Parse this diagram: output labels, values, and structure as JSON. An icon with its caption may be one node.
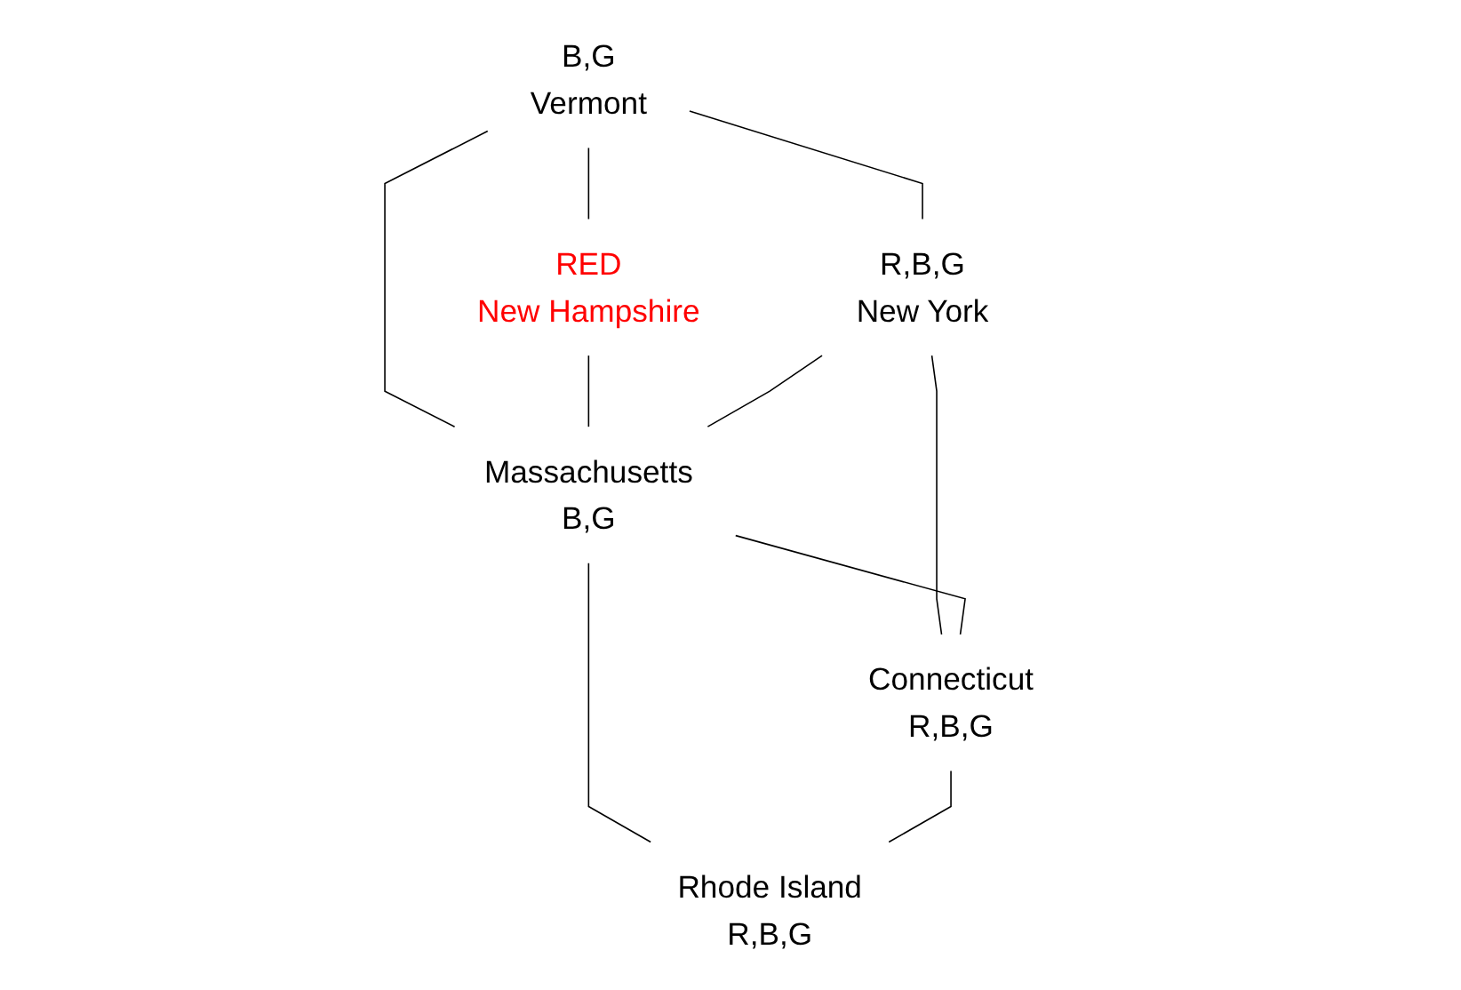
{
  "diagram": {
    "nodes": [
      {
        "text": [
          "Vermont"
        ],
        "beside": [
          "B,G"
        ]
      },
      {
        "text": [
          "New Hampshire"
        ],
        "beside": [
          "RED"
        ]
      },
      {
        "text": [
          "New York"
        ],
        "beside": [
          "R,B,G"
        ]
      },
      {
        "text": [
          "Massachusetts"
        ],
        "beside": [
          "B,G"
        ]
      },
      {
        "text": [
          "Connecticut"
        ],
        "beside": [
          "R,B,G"
        ]
      },
      {
        "text": [
          "Rhode Island"
        ],
        "beside": [
          "R,B,G"
        ]
      }
    ],
    "edges": [
      {
        "from": 0,
        "to": 1,
        "arrow": "none"
      },
      {
        "from": 0,
        "to": 2,
        "arrow": "none"
      },
      {
        "from": 0,
        "to": 3,
        "arrow": "none"
      },
      {
        "from": 1,
        "to": 3,
        "arrow": "none"
      },
      {
        "from": 2,
        "to": 3,
        "arrow": "none"
      },
      {
        "from": 2,
        "to": 4,
        "arrow": "none"
      },
      {
        "from": 3,
        "to": 4,
        "arrow": "none"
      },
      {
        "from": 3,
        "to": 5,
        "arrow": "none"
      },
      {
        "from": 4,
        "to": 5,
        "arrow": "none"
      }
    ]
  }
}
